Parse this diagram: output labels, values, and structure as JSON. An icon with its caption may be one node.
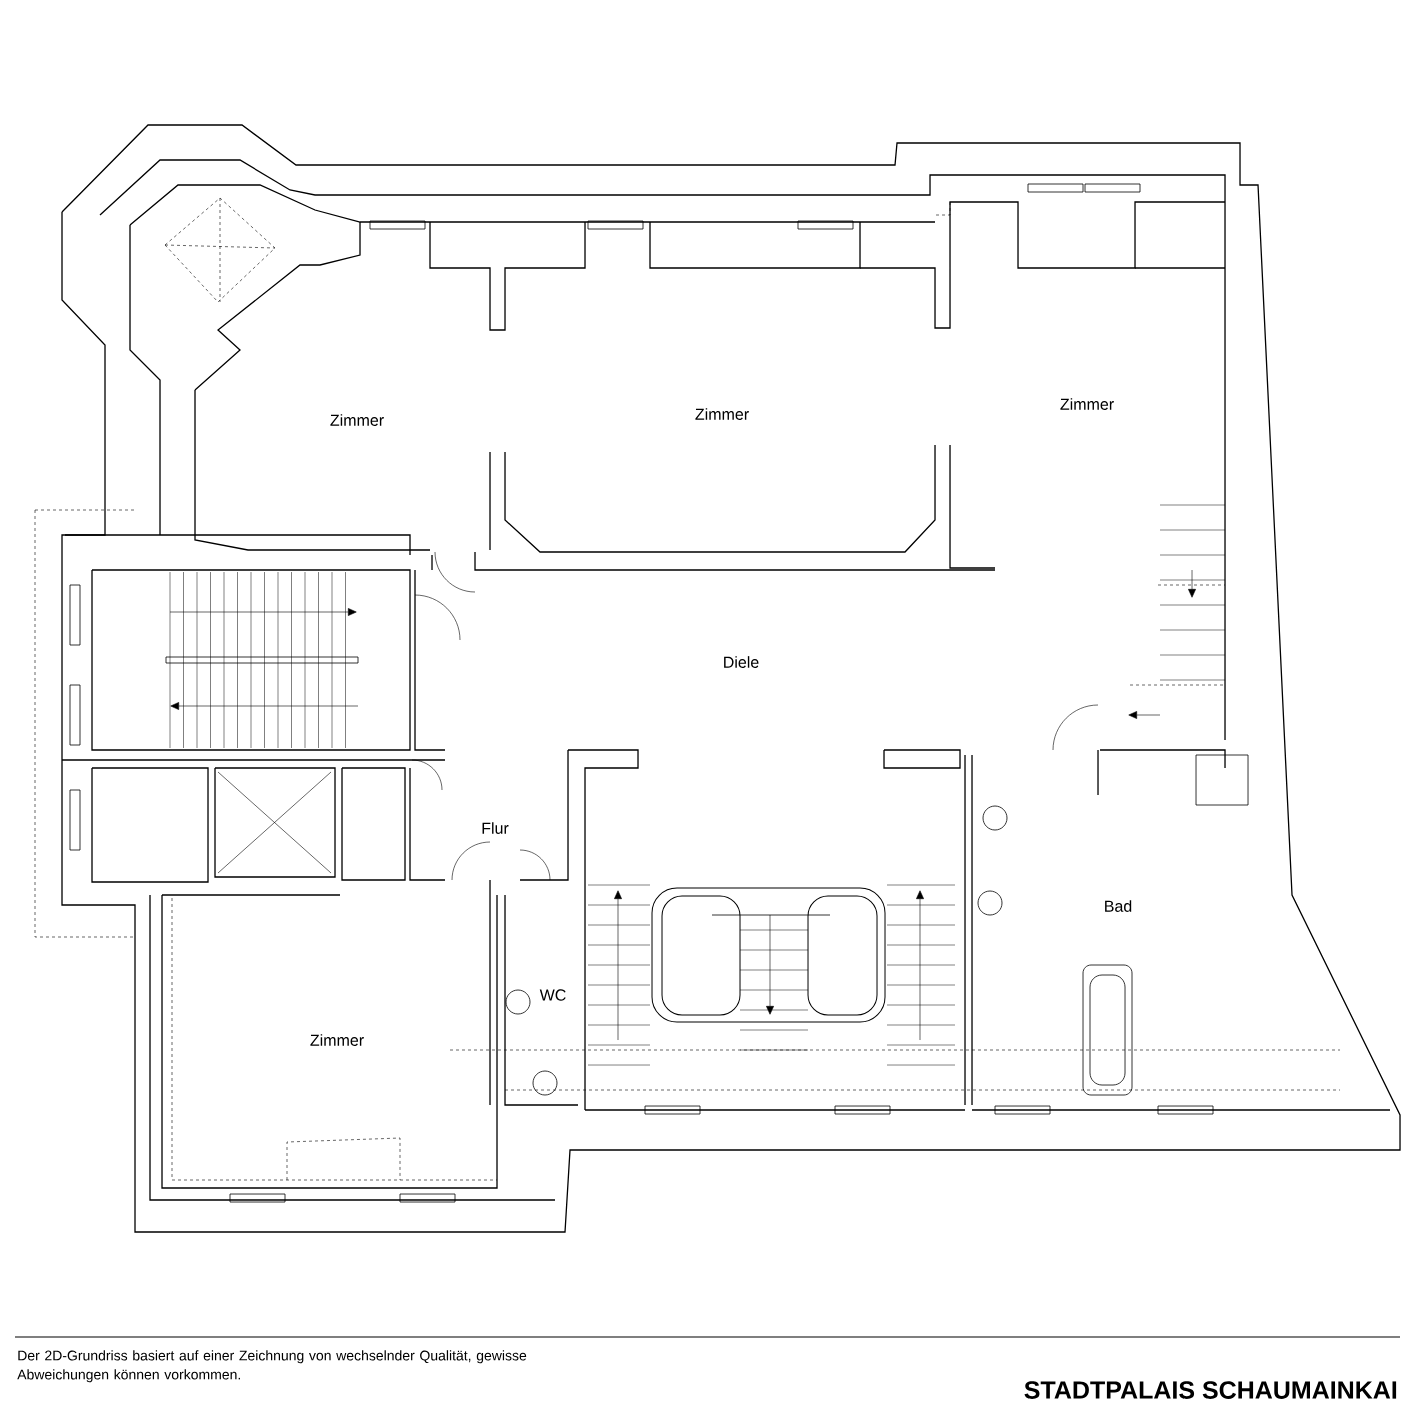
{
  "diagram": {
    "title": "STADTPALAIS SCHAUMAINKAI",
    "caption": "Der 2D-Grundriss basiert auf einer Zeichnung von wechselnder Qualität, gewisse Abweichungen können vorkommen.",
    "labels": [
      "Zimmer",
      "Zimmer",
      "Zimmer",
      "Diele",
      "Flur",
      "Bad",
      "WC",
      "Zimmer"
    ]
  }
}
